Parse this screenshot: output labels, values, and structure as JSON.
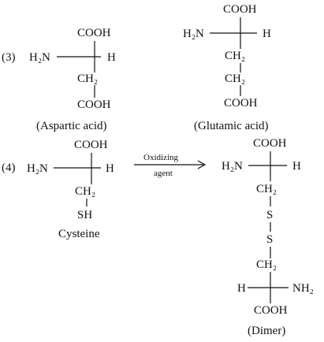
{
  "reaction3": {
    "number": "(3)",
    "aspartic": {
      "top": "COOH",
      "left": "H₂N",
      "right": "H",
      "ch2": "CH₂",
      "bottom": "COOH",
      "caption": "(Aspartic acid)"
    },
    "glutamic": {
      "top": "COOH",
      "left": "H₂N",
      "right": "H",
      "ch2a": "CH₂",
      "ch2b": "CH₂",
      "bottom": "COOH",
      "caption": "(Glutamic acid)"
    }
  },
  "reaction4": {
    "number": "(4)",
    "cysteine": {
      "top": "COOH",
      "left": "H₂N",
      "right": "H",
      "ch2": "CH₂",
      "sh": "SH",
      "caption": "Cysteine"
    },
    "arrow": {
      "above": "Oxidizing",
      "below": "agent"
    },
    "dimer": {
      "top": "COOH",
      "left": "H₂N",
      "right": "H",
      "ch2a": "CH₂",
      "s1": "S",
      "s2": "S",
      "ch2b": "CH₂",
      "left2": "H",
      "right2": "NH₂",
      "bottom": "COOH",
      "caption": "(Dimer)"
    }
  }
}
